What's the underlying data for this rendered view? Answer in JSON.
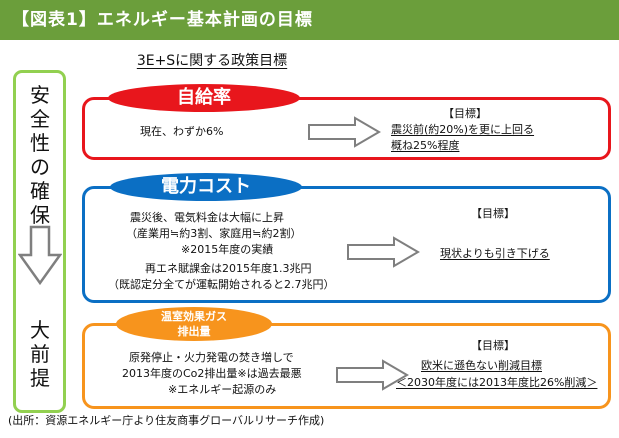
{
  "header": {
    "title": "【図表1】エネルギー基本計画の目標"
  },
  "subtitle": "3E+Sに関する政策目標",
  "left_column": {
    "top": "安全性の確保",
    "bottom": "大前提"
  },
  "sections": [
    {
      "label": "自給率",
      "status": [
        "現在、わずか6%"
      ],
      "goal_heading": "【目標】",
      "goal_lines": [
        "震災前(約20%)を更に上回る",
        "概ね25%程度"
      ]
    },
    {
      "label": "電力コスト",
      "status": [
        "震災後、電気料金は大幅に上昇",
        "（産業用≒約3割、家庭用≒約2割）",
        "※2015年度の実績",
        "再エネ賦課金は2015年度1.3兆円",
        "（既認定分全てが運転開始されると2.7兆円）"
      ],
      "goal_heading": "【目標】",
      "goal_lines": [
        "現状よりも引き下げる"
      ]
    },
    {
      "label": "温室効果ガス排出量",
      "label_lines": [
        "温室効果ガス",
        "排出量"
      ],
      "status": [
        "原発停止・火力発電の焚き増しで",
        "2013年度のCo2排出量※は過去最悪",
        "※エネルギー起源のみ"
      ],
      "goal_heading": "【目標】",
      "goal_lines": [
        "欧米に遜色ない削減目標",
        "＜2030年度には2013年度比26%削減＞"
      ]
    }
  ],
  "source": "(出所：資源エネルギー庁より住友商事グローバルリサーチ作成)",
  "colors": {
    "header_bg": "#6b9e3b",
    "left_border": "#92d050",
    "sec1": "#e8161c",
    "sec2": "#0b6fc4",
    "sec3": "#f7941d"
  }
}
